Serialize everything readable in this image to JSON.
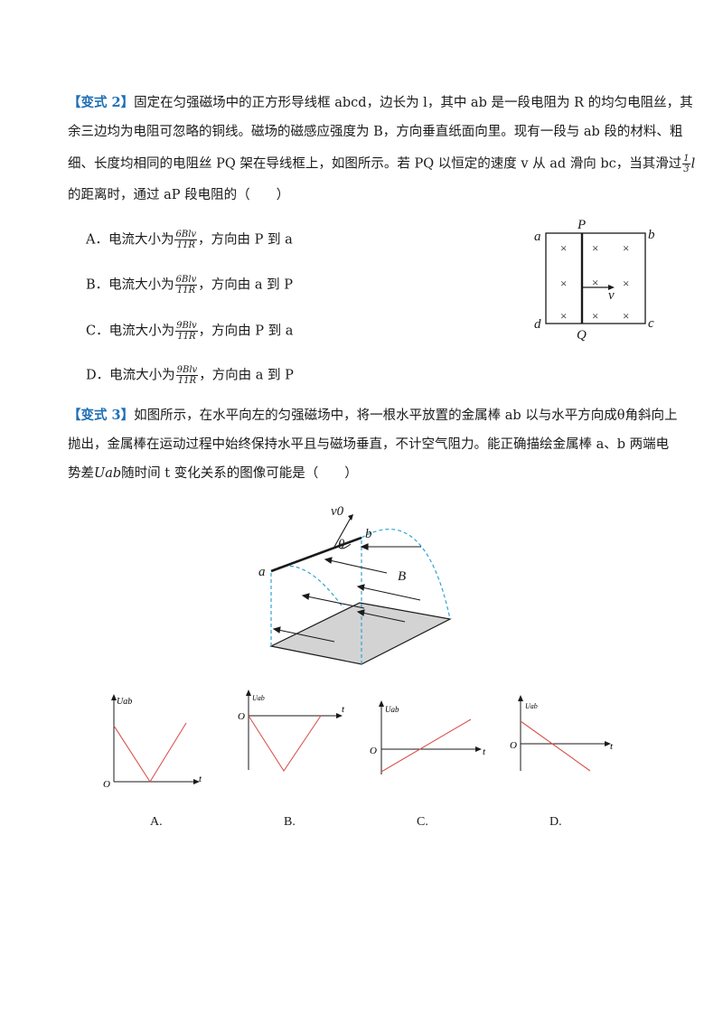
{
  "q2": {
    "tag": "【变式 2】",
    "line1": "固定在匀强磁场中的正方形导线框 abcd，边长为 l，其中 ab 是一段电阻为 R 的均匀电阻丝，其",
    "line2": "余三边均为电阻可忽略的铜线。磁场的磁感应强度为 B，方向垂直纸面向里。现有一段与 ab 段的材料、粗",
    "line3_pre": "细、长度均相同的电阻丝 PQ 架在导线框上，如图所示。若 PQ 以恒定的速度 v 从 ad 滑向 bc，当其滑过",
    "line3_frac_num": "1",
    "line3_frac_den": "3",
    "line3_post": "l",
    "line4": "的距离时，通过 aP 段电阻的（　　）",
    "options": [
      {
        "prefix": "A．电流大小为",
        "num": "6Blv",
        "den": "11R",
        "suffix": "，方向由 P 到 a"
      },
      {
        "prefix": "B．电流大小为",
        "num": "6Blv",
        "den": "11R",
        "suffix": "，方向由 a 到 P"
      },
      {
        "prefix": "C．电流大小为",
        "num": "9Blv",
        "den": "11R",
        "suffix": "，方向由 P 到 a"
      },
      {
        "prefix": "D．电流大小为",
        "num": "9Blv",
        "den": "11R",
        "suffix": "，方向由 a 到 P"
      }
    ],
    "figure": {
      "label_a": "a",
      "label_b": "b",
      "label_c": "c",
      "label_d": "d",
      "label_P": "P",
      "label_Q": "Q",
      "label_v": "v",
      "cross": "×"
    }
  },
  "q3": {
    "tag": "【变式 3】",
    "line1": "如图所示，在水平向左的匀强磁场中，将一根水平放置的金属棒 ab 以与水平方向成θ角斜向上",
    "line2": "抛出，金属棒在运动过程中始终保持水平且与磁场垂直，不计空气阻力。能正确描绘金属棒 a、b 两端电",
    "line3_pre": "势差",
    "line3_sym": "Uab",
    "line3_post": "随时间 t 变化关系的图像可能是（　　）",
    "figure": {
      "label_v0": "v0",
      "label_theta": "θ",
      "label_a": "a",
      "label_b": "b",
      "label_B": "B"
    },
    "graphs": [
      {
        "ylabel": "Uab",
        "xlabel": "t",
        "origin": "O",
        "caption": "A."
      },
      {
        "ylabel": "Uab",
        "xlabel": "t",
        "origin": "O",
        "caption": "B."
      },
      {
        "ylabel": "Uab",
        "xlabel": "t",
        "origin": "O",
        "caption": "C."
      },
      {
        "ylabel": "Uab",
        "xlabel": "t",
        "origin": "O",
        "caption": "D."
      }
    ]
  },
  "colors": {
    "accent": "#1f6fb5",
    "graph_line": "#d9534f",
    "arc": "#2fa4d6",
    "shade": "#d3d3d3"
  }
}
